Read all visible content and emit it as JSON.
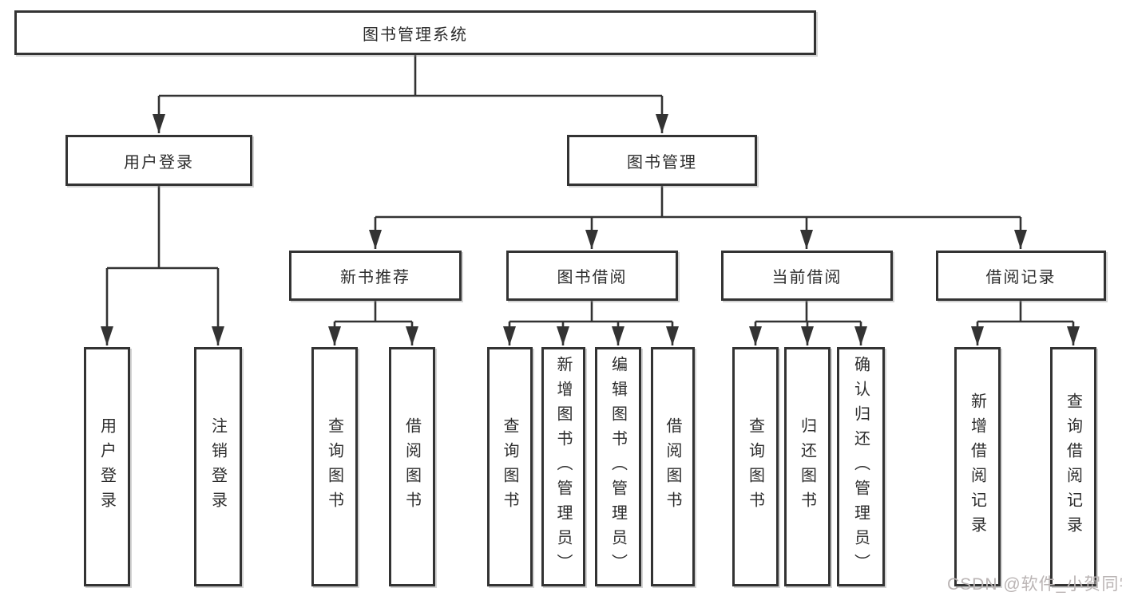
{
  "page": {
    "background": "#ffffff"
  },
  "colors": {
    "line": "#333333",
    "box_border": "#333333",
    "text": "#2d2d2d",
    "watermark_text": "#bab4b4"
  },
  "watermark": {
    "text": "CSDN @软件_小贺同学"
  },
  "tree": {
    "root": {
      "label": "图书管理系统"
    },
    "branches": [
      {
        "label": "用户登录",
        "children": [
          {
            "label": "用户登录"
          },
          {
            "label": "注销登录"
          }
        ]
      },
      {
        "label": "图书管理",
        "children": [
          {
            "label": "新书推荐",
            "children": [
              {
                "label": "查询图书"
              },
              {
                "label": "借阅图书"
              }
            ]
          },
          {
            "label": "图书借阅",
            "children": [
              {
                "label": "查询图书"
              },
              {
                "label": "新增图书（管理员）"
              },
              {
                "label": "编辑图书（管理员）"
              },
              {
                "label": "借阅图书"
              }
            ]
          },
          {
            "label": "当前借阅",
            "children": [
              {
                "label": "查询图书"
              },
              {
                "label": "归还图书"
              },
              {
                "label": "确认归还（管理员）"
              }
            ]
          },
          {
            "label": "借阅记录",
            "children": [
              {
                "label": "新增借阅记录"
              },
              {
                "label": "查询借阅记录"
              }
            ]
          }
        ]
      }
    ]
  }
}
